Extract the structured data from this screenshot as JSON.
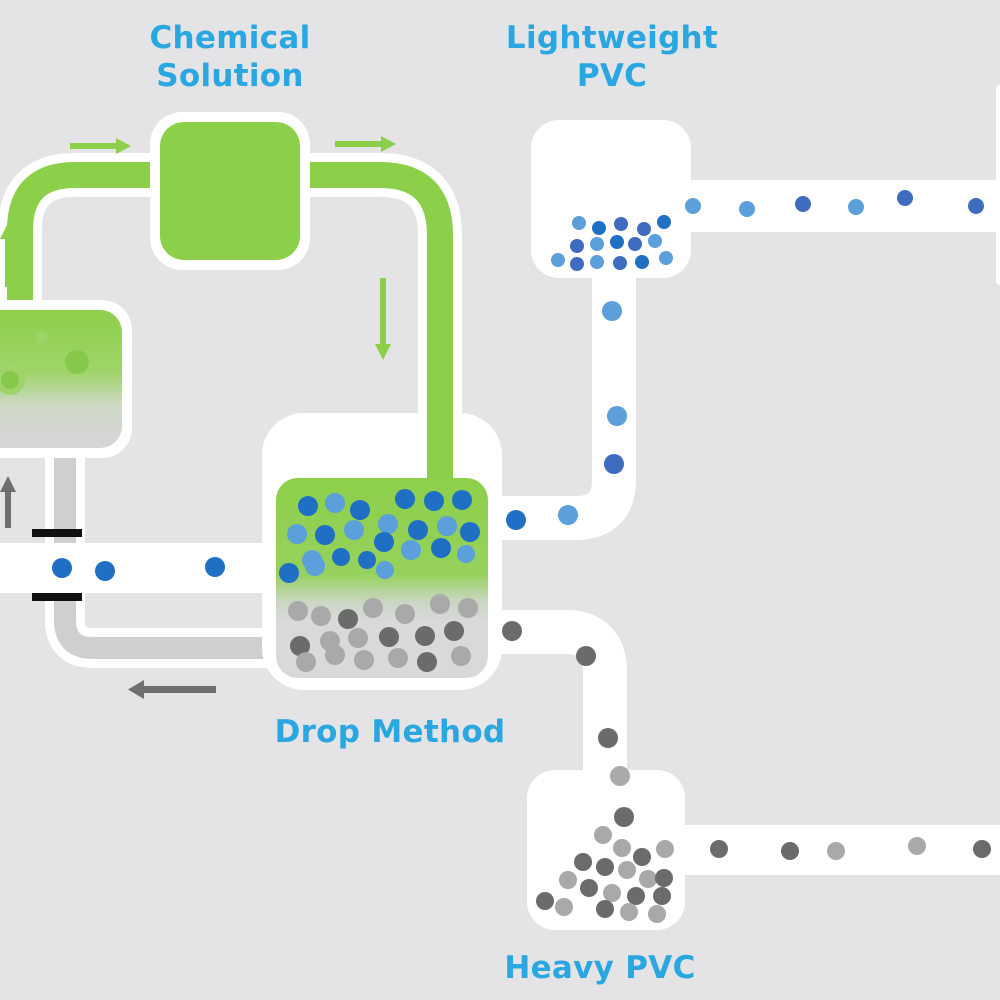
{
  "labels": {
    "chemical_solution": [
      "Chemical",
      "Solution"
    ],
    "lightweight_pvc": [
      "Lightweight",
      "PVC"
    ],
    "drop_method": "Drop Method",
    "heavy_pvc": "Heavy PVC"
  },
  "colors": {
    "background": "#e4e4e6",
    "label_blue": "#2aa7e0",
    "solution_green": "#8cd04a",
    "arrow_green": "#8cd04a",
    "arrow_grey": "#6f6f6f",
    "pipe_white": "#ffffff",
    "pipe_grey": "#cfcfd1",
    "particle_dark_blue": "#1f6fc4",
    "particle_mid_blue": "#3f6cbf",
    "particle_light_blue": "#5b9fdb",
    "particle_dark_grey": "#6b6b6b",
    "particle_light_grey": "#a9a9a9"
  },
  "icons": [
    "flow-arrow-icon"
  ]
}
